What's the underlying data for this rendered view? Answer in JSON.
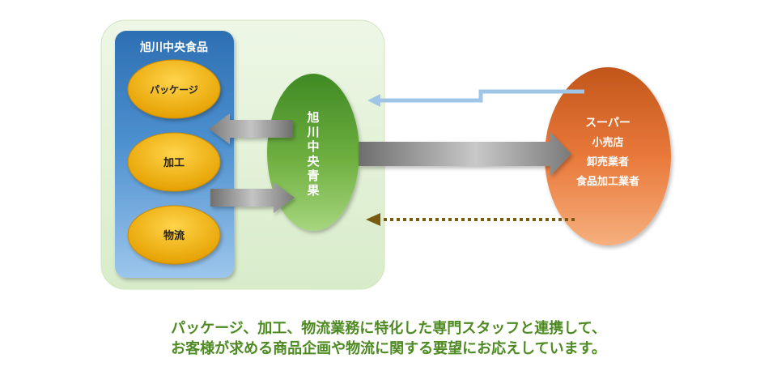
{
  "company": {
    "title": "旭川中央食品",
    "services": [
      "パッケージ",
      "加工",
      "物流"
    ]
  },
  "center": {
    "label": "旭川中央青果"
  },
  "customers": {
    "labels": [
      "スーパー",
      "小売店",
      "卸売業者",
      "食品加工業者"
    ]
  },
  "caption": {
    "line1": "パッケージ、加工、物流業務に特化した専門スタッフと連携して、",
    "line2": "お客様が求める商品企画や物流に関する要望にお応えしています。"
  },
  "colors": {
    "outer_panel": "#e1f0d6",
    "company_panel": "#3f84c4",
    "service_ellipse": "#f3b012",
    "center_ellipse": "#66aa3c",
    "customer_ellipse": "#e87a35",
    "flow_arrow": "#8c8c8c",
    "request_line": "#9fc6e6",
    "dotted_arrow": "#7a5a10",
    "caption_text": "#4e8a22"
  }
}
